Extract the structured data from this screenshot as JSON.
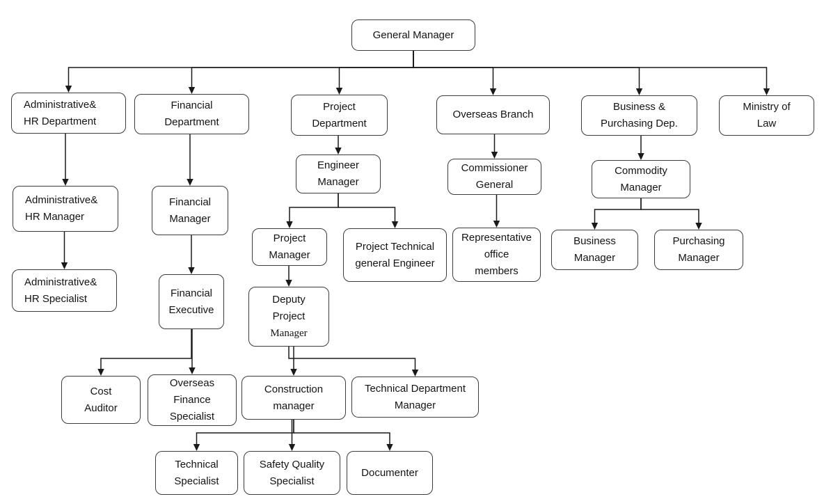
{
  "nodes": {
    "general-manager": {
      "label": "General Manager"
    },
    "admin-hr-dept": {
      "label": "Administrative&\nHR Department"
    },
    "financial-dept": {
      "label": "Financial\nDepartment"
    },
    "project-dept": {
      "label": "Project\nDepartment"
    },
    "overseas-branch": {
      "label": "Overseas Branch"
    },
    "business-purchasing-dept": {
      "label": "Business &\nPurchasing Dep."
    },
    "ministry-law": {
      "label": "Ministry of\nLaw"
    },
    "admin-hr-manager": {
      "label": "Administrative&\nHR Manager"
    },
    "financial-manager": {
      "label": "Financial\nManager"
    },
    "engineer-manager": {
      "label": "Engineer\nManager"
    },
    "commissioner-general": {
      "label": "Commissioner\nGeneral"
    },
    "commodity-manager": {
      "label": "Commodity\nManager"
    },
    "admin-hr-specialist": {
      "label": "Administrative&\nHR Specialist"
    },
    "project-manager": {
      "label": "Project\nManager"
    },
    "project-technical-engineer": {
      "label": "Project Technical\ngeneral Engineer"
    },
    "representative-office": {
      "label": "Representative\noffice\nmembers"
    },
    "business-manager": {
      "label": "Business\nManager"
    },
    "purchasing-manager": {
      "label": "Purchasing\nManager"
    },
    "financial-executive": {
      "label": "Financial\nExecutive"
    },
    "deputy-project-manager": {
      "label": "Deputy\nProject",
      "label2": "Manager"
    },
    "cost-auditor": {
      "label": "Cost\nAuditor"
    },
    "overseas-finance-specialist": {
      "label": "Overseas\nFinance\nSpecialist"
    },
    "construction-manager": {
      "label": "Construction\nmanager"
    },
    "technical-dept-manager": {
      "label": "Technical Department\nManager"
    },
    "technical-specialist": {
      "label": "Technical\nSpecialist"
    },
    "safety-quality-specialist": {
      "label": "Safety Quality\nSpecialist"
    },
    "documenter": {
      "label": "Documenter"
    }
  },
  "edges": [
    {
      "from": "general-manager",
      "to": "admin-hr-dept"
    },
    {
      "from": "general-manager",
      "to": "financial-dept"
    },
    {
      "from": "general-manager",
      "to": "project-dept"
    },
    {
      "from": "general-manager",
      "to": "overseas-branch"
    },
    {
      "from": "general-manager",
      "to": "business-purchasing-dept"
    },
    {
      "from": "general-manager",
      "to": "ministry-law"
    },
    {
      "from": "admin-hr-dept",
      "to": "admin-hr-manager"
    },
    {
      "from": "admin-hr-manager",
      "to": "admin-hr-specialist"
    },
    {
      "from": "financial-dept",
      "to": "financial-manager"
    },
    {
      "from": "financial-manager",
      "to": "financial-executive"
    },
    {
      "from": "project-dept",
      "to": "engineer-manager"
    },
    {
      "from": "engineer-manager",
      "to": "project-manager"
    },
    {
      "from": "engineer-manager",
      "to": "project-technical-engineer"
    },
    {
      "from": "project-manager",
      "to": "deputy-project-manager"
    },
    {
      "from": "overseas-branch",
      "to": "commissioner-general"
    },
    {
      "from": "commissioner-general",
      "to": "representative-office"
    },
    {
      "from": "business-purchasing-dept",
      "to": "commodity-manager"
    },
    {
      "from": "commodity-manager",
      "to": "business-manager"
    },
    {
      "from": "commodity-manager",
      "to": "purchasing-manager"
    },
    {
      "from": "financial-executive",
      "to": "cost-auditor"
    },
    {
      "from": "financial-executive",
      "to": "overseas-finance-specialist"
    },
    {
      "from": "deputy-project-manager",
      "to": "construction-manager"
    },
    {
      "from": "deputy-project-manager",
      "to": "technical-dept-manager"
    },
    {
      "from": "construction-manager",
      "to": "technical-specialist"
    },
    {
      "from": "construction-manager",
      "to": "safety-quality-specialist"
    },
    {
      "from": "construction-manager",
      "to": "documenter"
    }
  ],
  "colors": {
    "box_border": "#3b3b3b",
    "line": "#1a1a1a",
    "text": "#141414",
    "background": "#ffffff"
  }
}
